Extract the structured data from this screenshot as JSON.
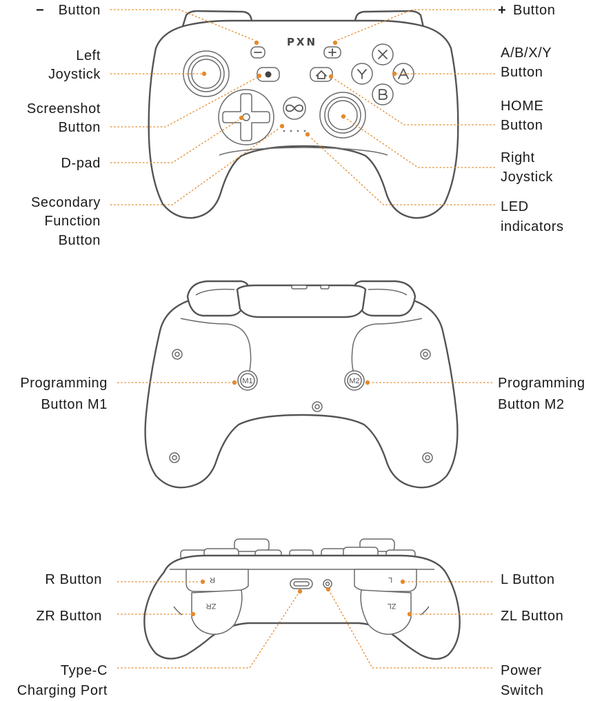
{
  "brand": "PXN",
  "front_labels": {
    "minus": "Button",
    "plus": "Button",
    "left_joystick": [
      "Left",
      "Joystick"
    ],
    "screenshot": [
      "Screenshot",
      "Button"
    ],
    "dpad": "D-pad",
    "secondary": [
      "Secondary",
      "Function",
      "Button"
    ],
    "abxy": [
      "A/B/X/Y",
      "Button"
    ],
    "home": [
      "HOME",
      "Button"
    ],
    "right_joystick": [
      "Right",
      "Joystick"
    ],
    "led": [
      "LED",
      "indicators"
    ]
  },
  "back_labels": {
    "m1": [
      "Programming",
      "Button M1"
    ],
    "m2": [
      "Programming",
      "Button M2"
    ],
    "m1_mark": "M1",
    "m2_mark": "M2"
  },
  "top_labels": {
    "r": "R Button",
    "zr": "ZR Button",
    "typec": [
      "Type-C",
      "Charging Port"
    ],
    "l": "L Button",
    "zl": "ZL Button",
    "power": [
      "Power",
      "Switch"
    ],
    "r_mark": "R",
    "zr_mark": "ZR",
    "l_mark": "L",
    "zl_mark": "ZL"
  },
  "colors": {
    "accent": "#e48a2c",
    "outline": "#545454",
    "text": "#1a1a1a"
  }
}
